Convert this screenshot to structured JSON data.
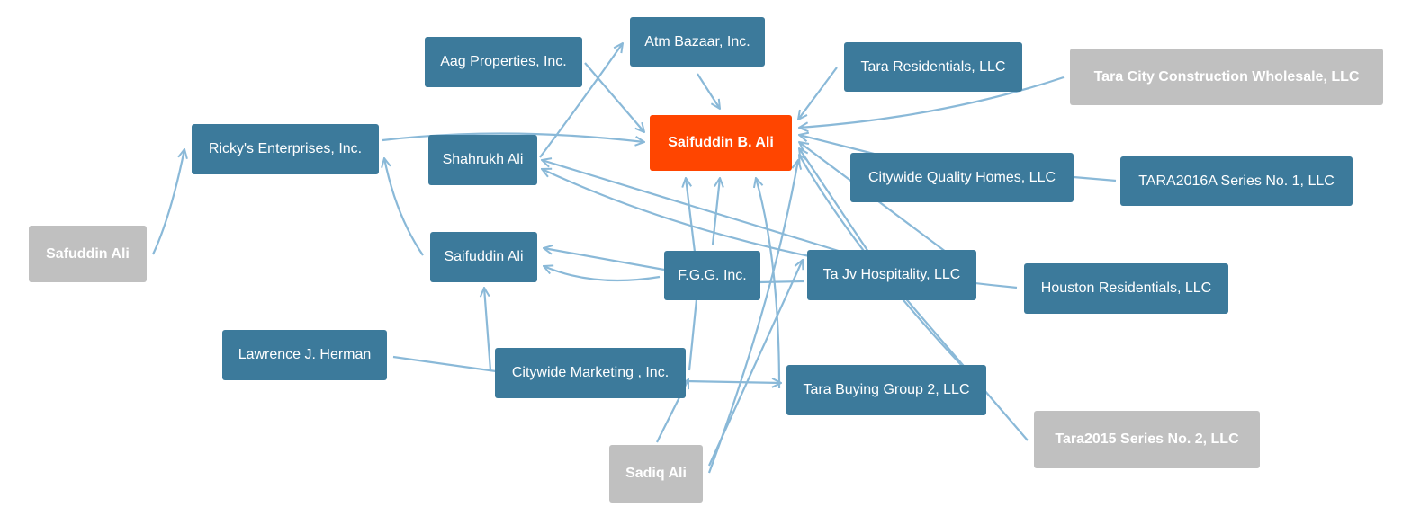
{
  "colors": {
    "company": "#3c7a9b",
    "focus": "#ff4500",
    "person": "#c0c0c0",
    "edge": "#8ab9d8"
  },
  "nodes": {
    "saifuddin_b_ali": "Saifuddin B. Ali",
    "atm_bazaar": "Atm Bazaar, Inc.",
    "aag_properties": "Aag Properties, Inc.",
    "tara_residentials": "Tara Residentials, LLC",
    "tara_city_construction": "Tara City Construction Wholesale, LLC",
    "rickys_enterprises": "Ricky's Enterprises, Inc.",
    "shahrukh_ali": "Shahrukh Ali",
    "citywide_quality_homes": "Citywide Quality Homes, LLC",
    "tara2016a": "TARA2016A Series No. 1, LLC",
    "safuddin_ali": "Safuddin Ali",
    "saifuddin_ali": "Saifuddin Ali",
    "fgg": "F.G.G. Inc.",
    "ta_jv_hospitality": "Ta Jv Hospitality, LLC",
    "houston_residentials": "Houston Residentials, LLC",
    "lawrence_herman": "Lawrence J. Herman",
    "citywide_marketing": "Citywide Marketing , Inc.",
    "tara_buying_group": "Tara Buying Group 2, LLC",
    "tara2015": "Tara2015 Series No. 2, LLC",
    "sadiq_ali": "Sadiq Ali"
  }
}
